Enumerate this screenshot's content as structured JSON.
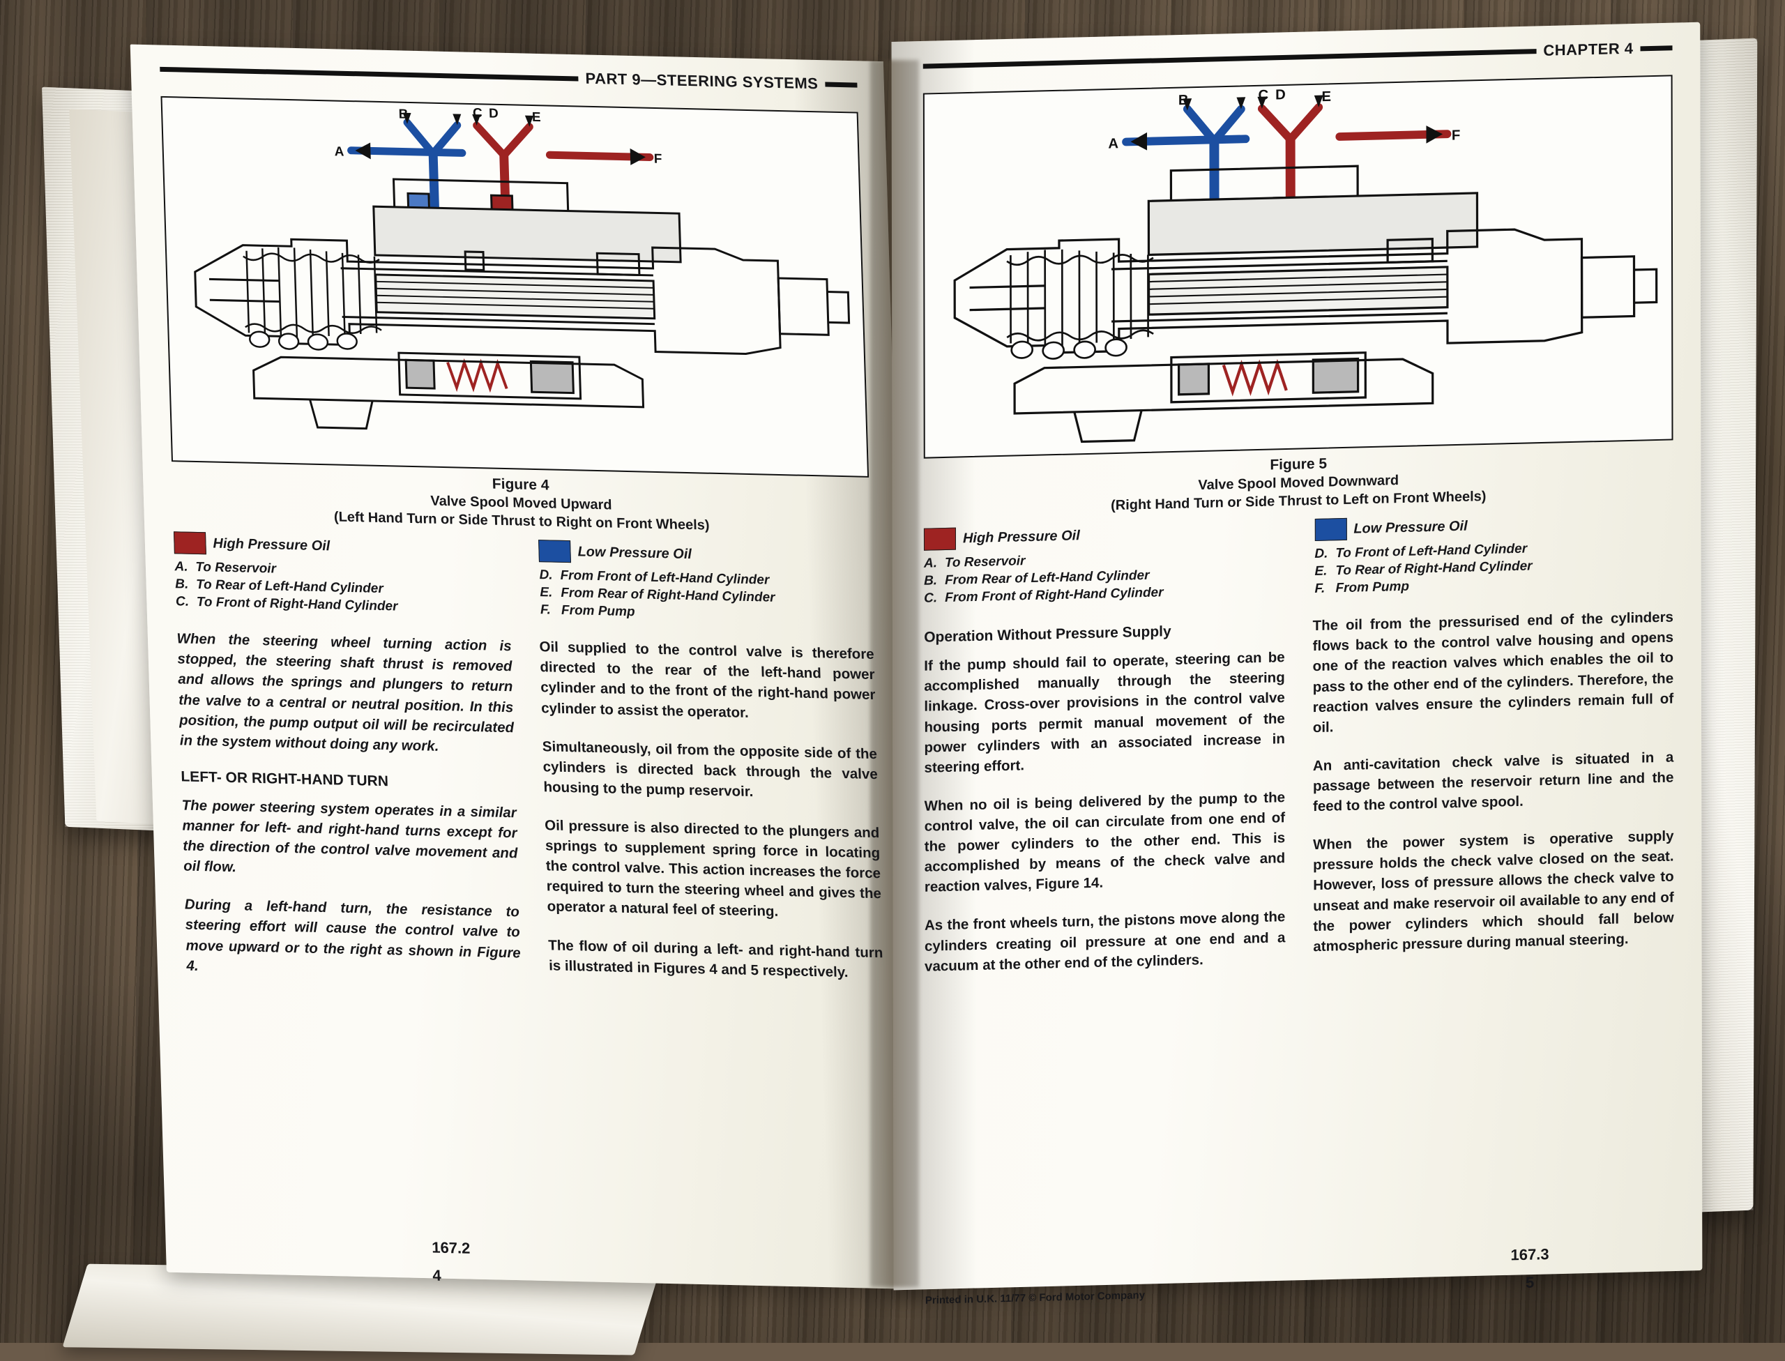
{
  "scene": {
    "description": "Photograph of an open Ford tractor service manual lying on a dark wooden surface, showing two facing pages of Part 9 Steering Systems."
  },
  "colors": {
    "high_pressure_oil": "#9e2322",
    "low_pressure_oil": "#1c4fa1",
    "ink": "#111111",
    "paper": "#fbfaf4",
    "desk": "#6b5b4a"
  },
  "left_page": {
    "running_head": "PART 9—STEERING SYSTEMS",
    "figure": {
      "number": "Figure 4",
      "title": "Valve Spool Moved Upward",
      "subtitle": "(Left Hand Turn or Side Thrust to Right on Front Wheels)",
      "callouts": [
        "A",
        "B",
        "C",
        "D",
        "E",
        "F"
      ]
    },
    "legend": {
      "left": {
        "swatch_label": "High Pressure Oil",
        "swatch_color": "#9e2322",
        "items": [
          {
            "key": "A.",
            "text": "To Reservoir"
          },
          {
            "key": "B.",
            "text": "To Rear of Left-Hand Cylinder"
          },
          {
            "key": "C.",
            "text": "To Front of Right-Hand Cylinder"
          }
        ]
      },
      "right": {
        "swatch_label": "Low Pressure Oil",
        "swatch_color": "#1c4fa1",
        "items": [
          {
            "key": "D.",
            "text": "From Front of Left-Hand Cylinder"
          },
          {
            "key": "E.",
            "text": "From Rear of Right-Hand Cylinder"
          },
          {
            "key": "F.",
            "text": "From Pump"
          }
        ]
      }
    },
    "column_left": {
      "para1": "When the steering wheel turning action is stopped, the steering shaft thrust is removed and allows the springs and plungers to return the valve to a central or neutral position. In this position, the pump output oil will be recirculated in the system without doing any work.",
      "subhead": "LEFT- OR RIGHT-HAND TURN",
      "para2": "The power steering system operates in a similar manner for left- and right-hand turns except for the direction of the control valve movement and oil flow.",
      "para3": "During a left-hand turn, the resistance to steering effort will cause the control valve to move upward or to the right as shown in Figure 4."
    },
    "column_right": {
      "para1": "Oil supplied to the control valve is therefore directed to the rear of the left-hand power cylinder and to the front of the right-hand power cylinder to assist the operator.",
      "para2": "Simultaneously, oil from the opposite side of the cylinders is directed back through the valve housing to the pump reservoir.",
      "para3": "Oil pressure is also directed to the plungers and springs to supplement spring force in locating the control valve. This action increases the force required to turn the steering wheel and gives the operator a natural feel of steering.",
      "para4": "The flow of oil during a left- and right-hand turn is illustrated in Figures 4 and 5 respectively."
    },
    "footer": {
      "section_number": "167.2",
      "page_number": "4"
    }
  },
  "right_page": {
    "running_head": "CHAPTER 4",
    "figure": {
      "number": "Figure 5",
      "title": "Valve Spool Moved Downward",
      "subtitle": "(Right Hand Turn or Side Thrust to Left on Front Wheels)",
      "callouts": [
        "A",
        "B",
        "C",
        "D",
        "E",
        "F"
      ]
    },
    "legend": {
      "left": {
        "swatch_label": "High Pressure Oil",
        "swatch_color": "#9e2322",
        "items": [
          {
            "key": "A.",
            "text": "To Reservoir"
          },
          {
            "key": "B.",
            "text": "From Rear of Left-Hand Cylinder"
          },
          {
            "key": "C.",
            "text": "From Front of Right-Hand Cylinder"
          }
        ]
      },
      "right": {
        "swatch_label": "Low Pressure Oil",
        "swatch_color": "#1c4fa1",
        "items": [
          {
            "key": "D.",
            "text": "To Front of Left-Hand Cylinder"
          },
          {
            "key": "E.",
            "text": "To Rear of Right-Hand Cylinder"
          },
          {
            "key": "F.",
            "text": "From Pump"
          }
        ]
      }
    },
    "column_left": {
      "subhead": "Operation Without Pressure Supply",
      "para1": "If the pump should fail to operate, steering can be accomplished manually through the steering linkage. Cross-over provisions in the control valve housing ports permit manual movement of the power cylinders with an associated increase in steering effort.",
      "para2": "When no oil is being delivered by the pump to the control valve, the oil can circulate from one end of the power cylinders to the other end. This is accomplished by means of the check valve and reaction valves, Figure 14.",
      "para3": "As the front wheels turn, the pistons move along the cylinders creating oil pressure at one end and a vacuum at the other end of the cylinders."
    },
    "column_right": {
      "para1": "The oil from the pressurised end of the cylinders flows back to the control valve housing and opens one of the reaction valves which enables the oil to pass to the other end of the cylinders. Therefore, the reaction valves ensure the cylinders remain full of oil.",
      "para2": "An anti-cavitation check valve is situated in a passage between the reservoir return line and the feed to the control valve spool.",
      "para3": "When the power system is operative supply pressure holds the check valve closed on the seat. However, loss of pressure allows the check valve to unseat and make reservoir oil available to any end of the power cylinders which should fall below atmospheric pressure during manual steering."
    },
    "footer": {
      "section_number": "167.3",
      "page_number": "5",
      "printed_line": "Printed in U.K. 11/77 © Ford Motor Company"
    }
  }
}
